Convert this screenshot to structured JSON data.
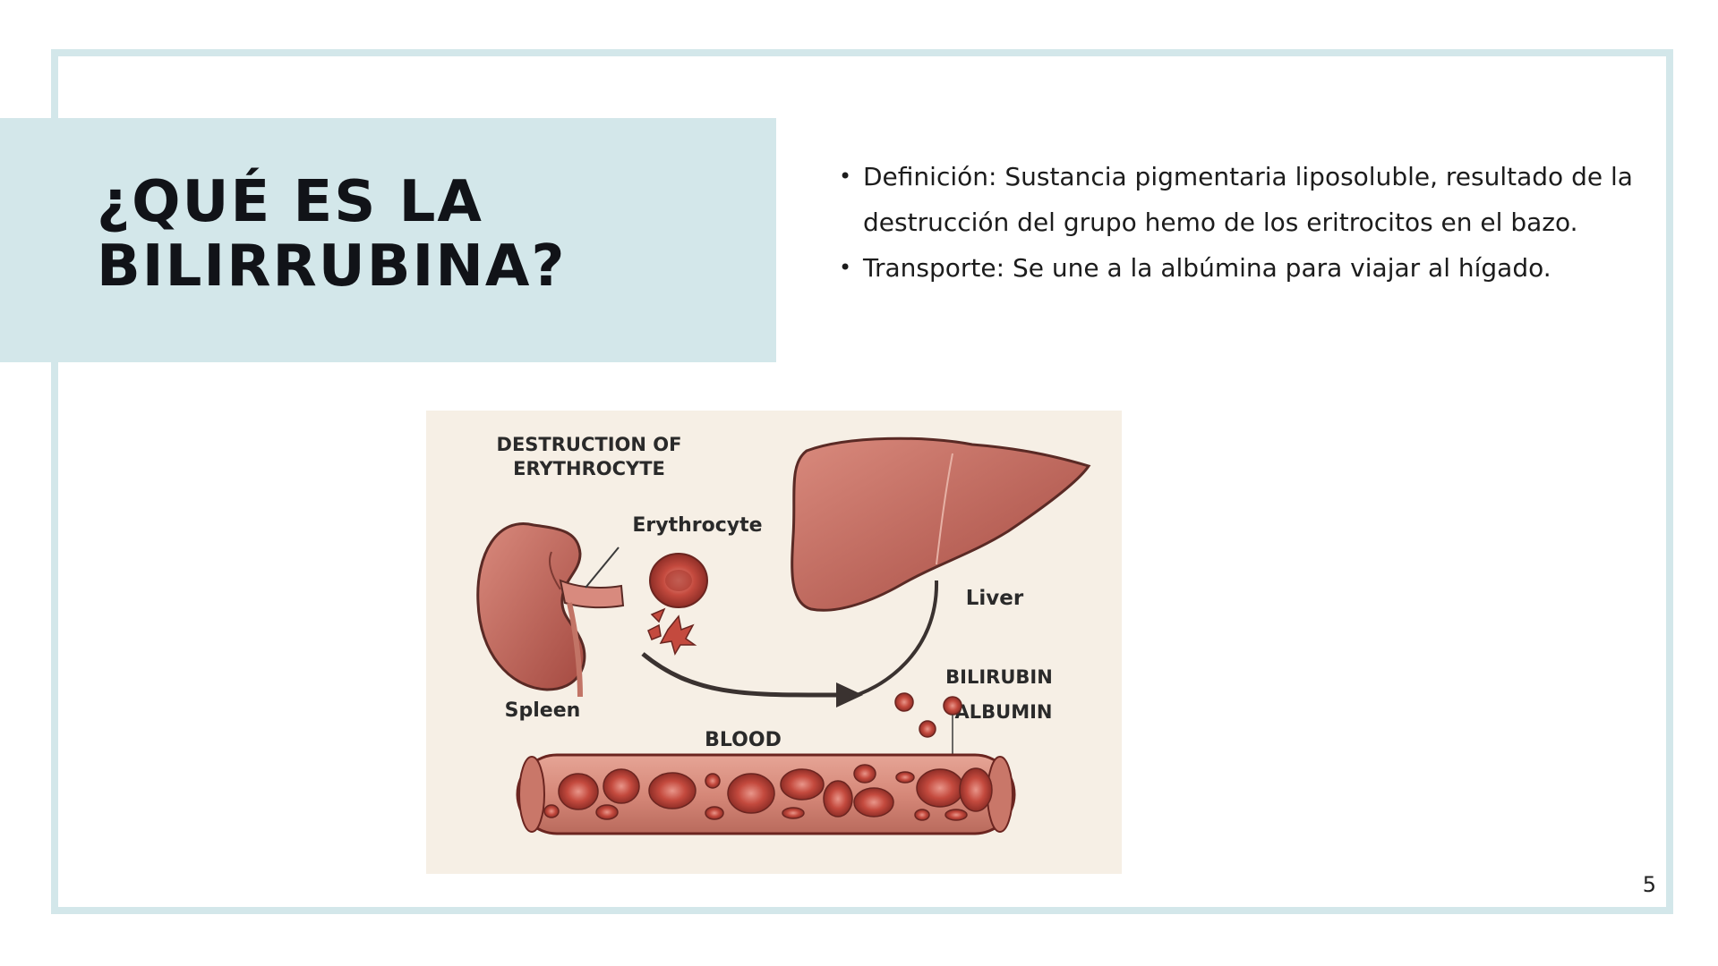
{
  "slide": {
    "title": "¿QUÉ ES LA BILIRRUBINA?",
    "bullets": [
      "Definición: Sustancia pigmentaria liposoluble, resultado de la destrucción del grupo hemo de los eritrocitos en el bazo.",
      "Transporte: Se une a la albúmina para viajar al hígado."
    ],
    "page_number": "5"
  },
  "figure": {
    "labels": {
      "destruction": [
        "DESTRUCTION OF",
        "ERYTHROCYTE"
      ],
      "erythrocyte": "Erythrocyte",
      "spleen": "Spleen",
      "liver": "Liver",
      "blood": "BLOOD",
      "bilirubin": "BILIRUBIN",
      "albumin": "ALBUMIN"
    },
    "colors": {
      "background": "#f6efe5",
      "organ": "#b8584e",
      "organ_light": "#d88a7e",
      "outline": "#5a2a25",
      "cell": "#c44a3e"
    }
  }
}
